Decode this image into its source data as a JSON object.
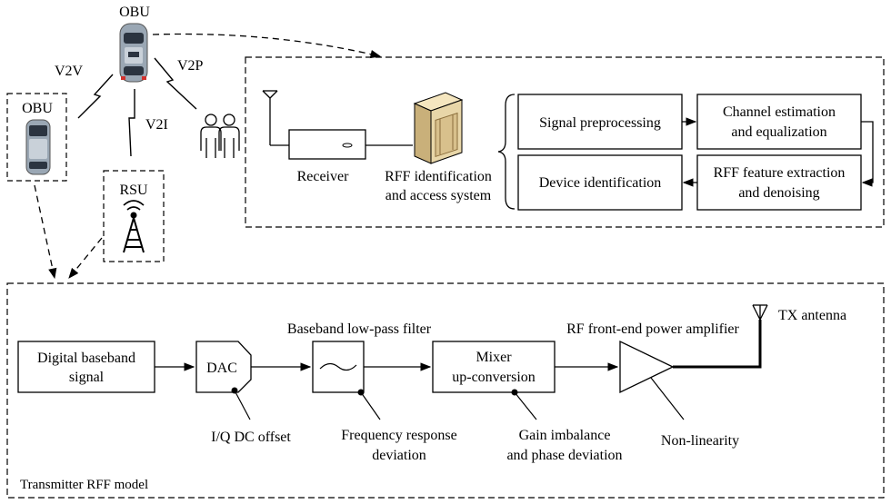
{
  "top": {
    "obu_top_label": "OBU",
    "v2v_label": "V2V",
    "v2p_label": "V2P",
    "v2i_label": "V2I",
    "obu_left_label": "OBU",
    "rsu_label": "RSU",
    "receiver_label": "Receiver",
    "rff_system_line1": "RFF identification",
    "rff_system_line2": "and access system",
    "steps": {
      "signal_preprocessing": "Signal preprocessing",
      "channel_estimation_line1": "Channel estimation",
      "channel_estimation_line2": "and equalization",
      "device_identification": "Device identification",
      "rff_feature_line1": "RFF feature extraction",
      "rff_feature_line2": "and denoising"
    }
  },
  "bottom": {
    "model_label": "Transmitter RFF model",
    "digital_baseband_line1": "Digital baseband",
    "digital_baseband_line2": "signal",
    "dac_label": "DAC",
    "lpf_label": "Baseband low-pass filter",
    "mixer_line1": "Mixer",
    "mixer_line2": "up-conversion",
    "pa_label": "RF front-end power amplifier",
    "tx_antenna_label": "TX antenna",
    "iq_offset_label": "I/Q DC offset",
    "freq_resp_line1": "Frequency response",
    "freq_resp_line2": "deviation",
    "gain_imb_line1": "Gain imbalance",
    "gain_imb_line2": "and phase deviation",
    "nonlinearity_label": "Non-linearity"
  },
  "colors": {
    "car_body": "#9aa7b4",
    "car_glass": "#2b3440",
    "car_red": "#d0312d",
    "server_body": "#e8d6a8",
    "server_dark": "#8a6d3b"
  }
}
